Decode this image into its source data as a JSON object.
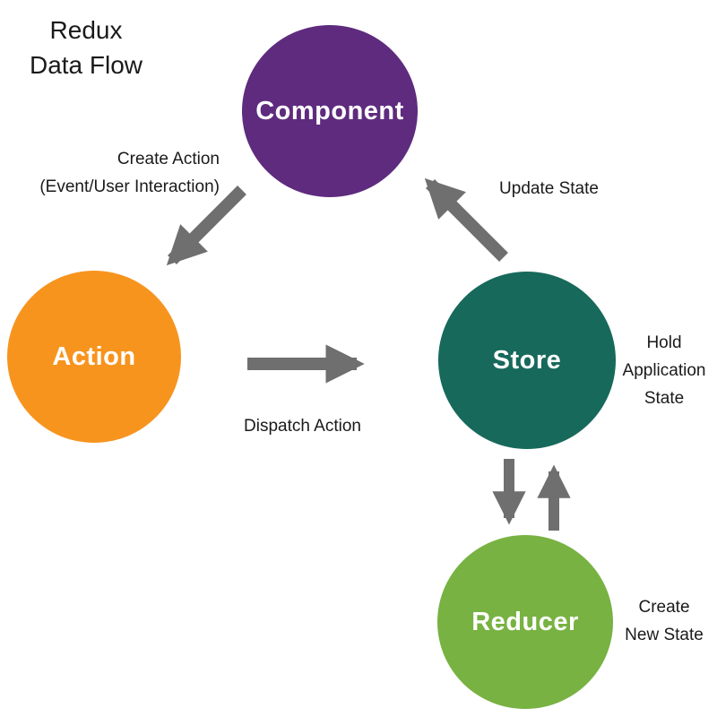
{
  "title": {
    "lines": [
      "Redux",
      "Data Flow"
    ]
  },
  "nodes": [
    {
      "id": "component",
      "label": "Component",
      "color": "#5e2b7e"
    },
    {
      "id": "action",
      "label": "Action",
      "color": "#f7941e"
    },
    {
      "id": "store",
      "label": "Store",
      "color": "#17695b"
    },
    {
      "id": "reducer",
      "label": "Reducer",
      "color": "#78b242"
    }
  ],
  "edges": [
    {
      "id": "component-to-action",
      "label": [
        "Create Action",
        "(Event/User Interaction)"
      ]
    },
    {
      "id": "action-to-store",
      "label": [
        "Dispatch Action"
      ]
    },
    {
      "id": "store-to-component",
      "label": [
        "Update State"
      ]
    },
    {
      "id": "store-to-reducer",
      "label": []
    },
    {
      "id": "reducer-to-store",
      "label": []
    }
  ],
  "annotations": [
    {
      "target": "store",
      "lines": [
        "Hold",
        "Application",
        "State"
      ]
    },
    {
      "target": "reducer",
      "lines": [
        "Create",
        "New State"
      ]
    }
  ],
  "colors": {
    "arrow": "#6f6f6f",
    "text": "#1a1a1a",
    "node_label": "#ffffff",
    "background": "#ffffff"
  }
}
